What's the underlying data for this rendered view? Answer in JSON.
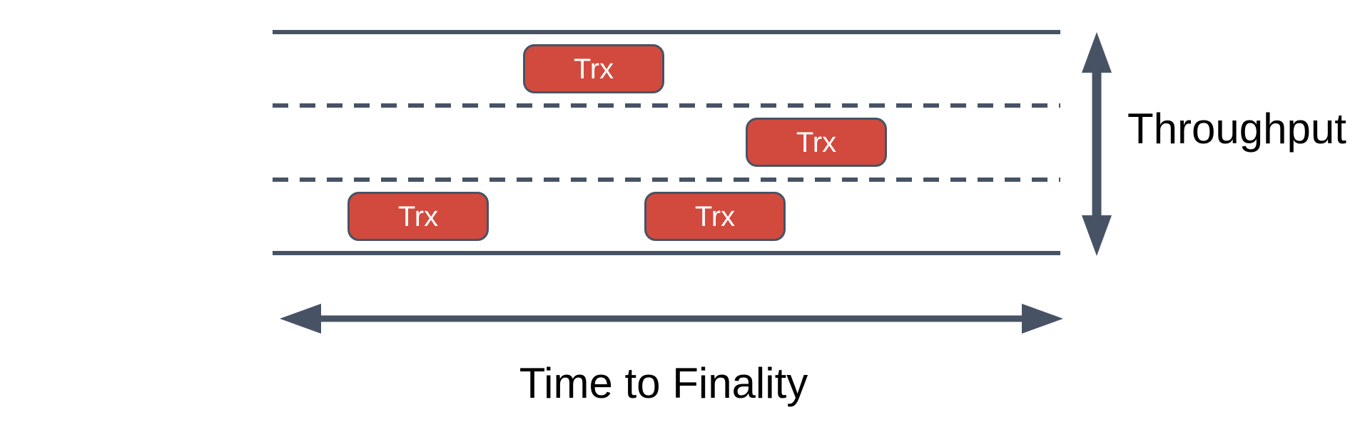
{
  "diagram": {
    "transactions": [
      {
        "label": "Trx",
        "lane": "top"
      },
      {
        "label": "Trx",
        "lane": "middle"
      },
      {
        "label": "Trx",
        "lane": "bottom"
      },
      {
        "label": "Trx",
        "lane": "bottom"
      }
    ],
    "axis_labels": {
      "vertical": "Throughput",
      "horizontal": "Time to Finality"
    },
    "colors": {
      "line": "#475365",
      "box-fill": "#D14A3D",
      "box-border": "#475365",
      "box-text": "#FFFFFF",
      "label-text": "#000000",
      "background": "#FFFFFF"
    }
  }
}
